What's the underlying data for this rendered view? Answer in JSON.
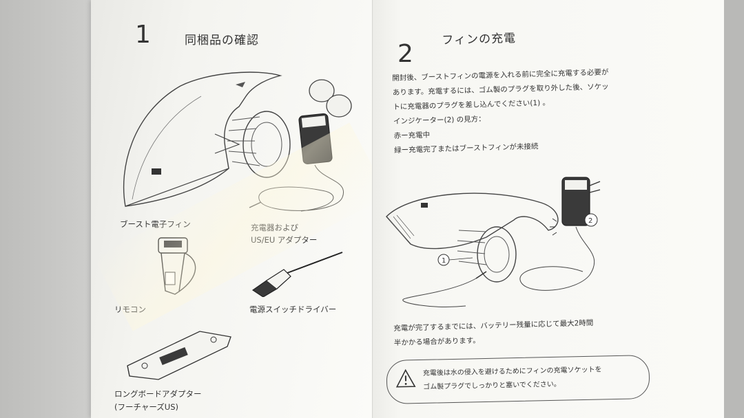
{
  "left_page": {
    "section_number": "1",
    "title": "同梱品の確認",
    "items": {
      "boost_fin": "ブースト電子フィン",
      "charger_line1": "充電器および",
      "charger_line2": "US/EU アダプター",
      "remote": "リモコン",
      "screwdriver": "電源スイッチドライバー",
      "longboard_line1": "ロングボードアダプター",
      "longboard_line2": "(フーチャーズUS)"
    }
  },
  "right_page": {
    "section_number": "2",
    "title": "フィンの充電",
    "intro_lines": [
      "開封後、ブーストフィンの電源を入れる前に完全に充電する必要が",
      "あります。充電するには、ゴム製のプラグを取り外した後、ソケッ",
      "トに充電器のプラグを差し込んでください(1) 。",
      "インジケーター(2) の見方：",
      "赤ー充電中",
      "緑ー充電完了またはブーストフィンが未接続"
    ],
    "callout_1": "1",
    "callout_2": "2",
    "charge_time_lines": [
      "充電が完了するまでには、バッテリー残量に応じて最大2時間",
      "半かかる場合があります。"
    ],
    "notice_lines": [
      "充電後は水の侵入を避けるためにフィンの充電ソケットを",
      "ゴム製プラグでしっかりと塞いでください。"
    ],
    "notice_icon": "warning-triangle-icon"
  }
}
